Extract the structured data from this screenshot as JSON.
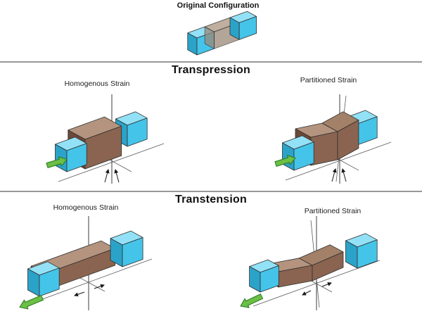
{
  "figure": {
    "original": {
      "title": "Original Configuration"
    },
    "transpression": {
      "title": "Transpression",
      "homogeneous_label": "Homogenous Strain",
      "partitioned_label": "Partitioned Strain"
    },
    "transtension": {
      "title": "Transtension",
      "homogeneous_label": "Homogenous Strain",
      "partitioned_label": "Partitioned Strain"
    }
  },
  "icons": {
    "green_arrow": "displacement-arrow",
    "small_arrow": "shear-direction-arrow",
    "vertical_line": "fault-axis-line"
  },
  "colors": {
    "cyan_front": "#45C4E9",
    "cyan_top": "#93E1F6",
    "cyan_side": "#2BA3C9",
    "brown_front": "#8A6450",
    "brown_top": "#B4947F",
    "brown_top_dark": "#A38068",
    "brown_side": "#6B4839",
    "gray_front": "#9B8877",
    "gray_top": "#BAA794",
    "arrow_green": "#6CBF45",
    "arrow_green_dark": "#2E7D24",
    "divider": "#989898",
    "line": "#3C3C3C"
  }
}
